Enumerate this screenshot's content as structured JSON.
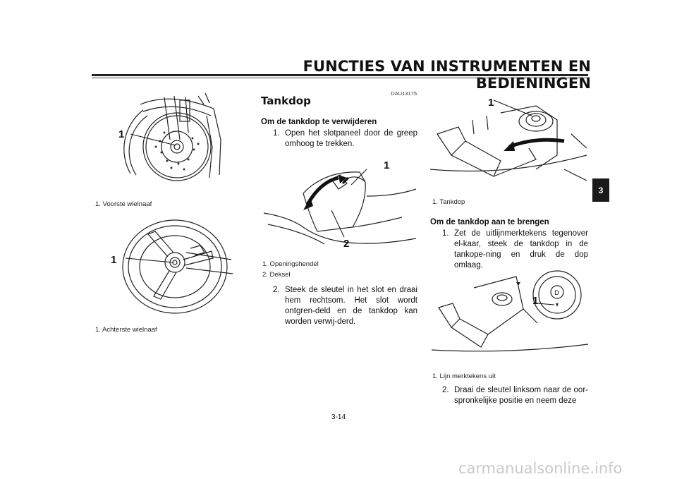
{
  "header": {
    "title": "FUNCTIES VAN INSTRUMENTEN EN BEDIENINGEN"
  },
  "chapter_tab": "3",
  "left_column": {
    "fig1": {
      "callout": "1",
      "caption": "1.  Voorste wielnaaf"
    },
    "fig2": {
      "callout": "1",
      "caption": "1.  Achterste wielnaaf"
    }
  },
  "middle_column": {
    "code": "DAU13175",
    "section_title": "Tankdop",
    "subheading": "Om de tankdop te verwijderen",
    "step1": {
      "num": "1.",
      "text": "Open het slotpaneel door de greep omhoog te trekken."
    },
    "fig": {
      "callout1": "1",
      "callout2": "2"
    },
    "captions": [
      "1.  Openingshendel",
      "2.  Deksel"
    ],
    "step2": {
      "num": "2.",
      "text": "Steek de sleutel in het slot en draai hem rechtsom. Het slot wordt ontgren-deld en de tankdop kan worden verwij-derd."
    }
  },
  "right_column": {
    "fig1": {
      "callout": "1",
      "caption": "1.  Tankdop"
    },
    "subheading": "Om de tankdop aan te brengen",
    "step1": {
      "num": "1.",
      "text": "Zet de uitlijnmerktekens tegenover el-kaar, steek de tankdop in de tankope-ning en druk de dop omlaag."
    },
    "fig2": {
      "callout": "1",
      "caption": "1.  Lijn merktekens uit"
    },
    "step2": {
      "num": "2.",
      "text": "Draai de sleutel linksom naar de oor-spronkelijke positie en neem deze"
    }
  },
  "footer": {
    "page_number": "3-14",
    "watermark": "carmanualsonline.info"
  }
}
